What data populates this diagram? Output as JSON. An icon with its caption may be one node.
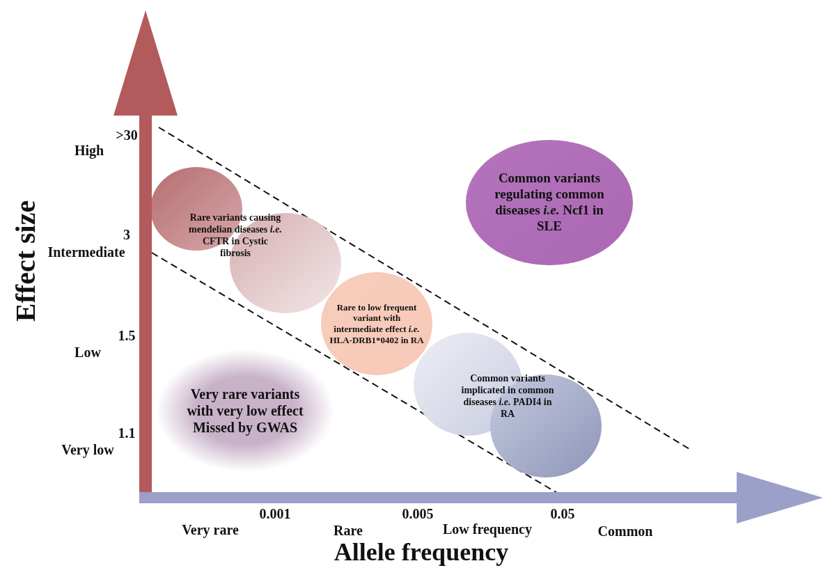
{
  "diagram": {
    "nodes": [
      {
        "text": [
          "Rare variants causing mendelian diseases *i.e.* CFTR in Cystic fibrosis"
        ]
      },
      {
        "text": [
          "Rare to low frequent variant with intermediate effect *i.e.* HLA-DRB1*0402 in RA"
        ]
      },
      {
        "text": [
          "Common variants implicated in common diseases *i.e.* PADI4 in RA"
        ]
      },
      {
        "text": [
          "Common variants regulating common diseases *i.e.* Ncf1 in SLE"
        ]
      },
      {
        "text": [
          "Very rare variants with very low effect Missed by GWAS"
        ]
      }
    ],
    "edges": [],
    "labels": [
      ">30",
      "High",
      "3",
      "Intermediate",
      "1.5",
      "Low",
      "1.1",
      "Very low",
      "Effect size",
      "0.001",
      "0.005",
      "0.05",
      "Very rare",
      "Rare",
      "Low frequency",
      "Common",
      "Allele frequency"
    ]
  }
}
